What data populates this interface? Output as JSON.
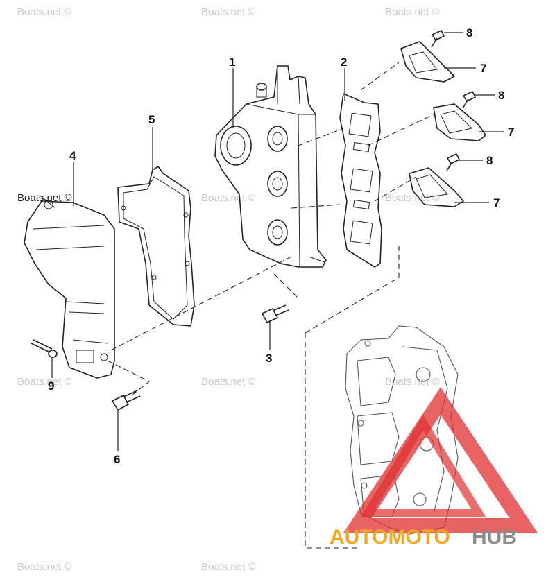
{
  "watermarks": [
    "Boats.net ©",
    "Boats.net ©",
    "Boats.net ©",
    "Boats.net ©",
    "Boats.net ©",
    "Boats.net ©",
    "Boats.net ©",
    "Boats.net ©",
    "Boats.net ©",
    "Boats.net ©"
  ],
  "inline_watermark": "Boats.net ©",
  "callouts": {
    "p1": "1",
    "p2": "2",
    "p3": "3",
    "p4": "4",
    "p5": "5",
    "p6": "6",
    "p7a": "7",
    "p7b": "7",
    "p7c": "7",
    "p8a": "8",
    "p8b": "8",
    "p8c": "8",
    "p9": "9"
  },
  "logo": {
    "text_orange": "AUTOMOTO",
    "text_grey": "HUB",
    "color_orange": "#f5a623",
    "color_grey": "#8c8c8c",
    "color_triangle": "#e03030"
  }
}
